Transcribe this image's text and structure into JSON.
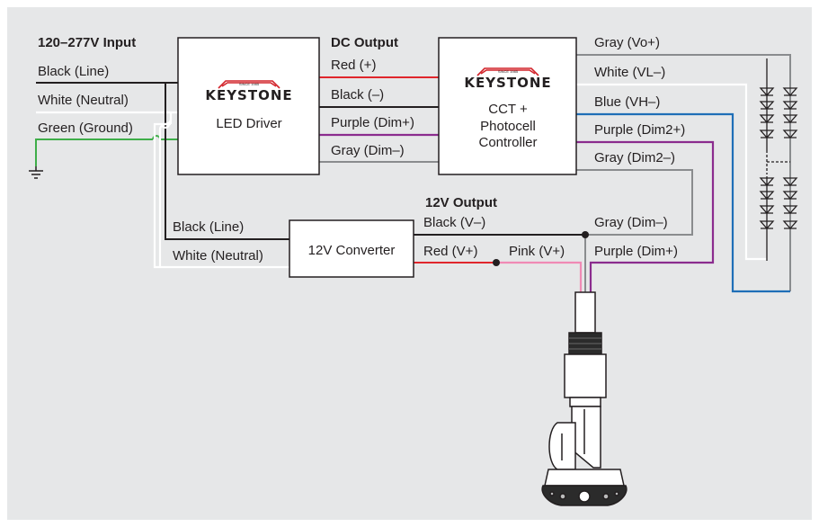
{
  "input": {
    "heading": "120–277V Input",
    "line": "Black (Line)",
    "neutral": "White (Neutral)",
    "ground": "Green (Ground)"
  },
  "driver": {
    "brand": "KEYSTONE",
    "since": "SINCE 1985",
    "name": "LED Driver"
  },
  "dc_output": {
    "heading": "DC Output",
    "pos": "Red (+)",
    "neg": "Black (–)",
    "dim_pos": "Purple (Dim+)",
    "dim_neg": "Gray (Dim–)"
  },
  "controller": {
    "brand": "KEYSTONE",
    "since": "SINCE 1985",
    "line1": "CCT +",
    "line2": "Photocell",
    "line3": "Controller"
  },
  "controller_output": {
    "vo": "Gray (Vo+)",
    "vl": "White (VL–)",
    "vh": "Blue (VH–)",
    "dim2_pos": "Purple (Dim2+)",
    "dim2_neg": "Gray (Dim2–)"
  },
  "converter": {
    "name": "12V Converter",
    "line": "Black (Line)",
    "neutral": "White (Neutral)"
  },
  "v12_output": {
    "heading": "12V Output",
    "vneg": "Black (V–)",
    "vpos": "Red (V+)",
    "pink": "Pink (V+)",
    "gray_dim": "Gray (Dim–)",
    "purple_dim": "Purple (Dim+)"
  },
  "colors": {
    "black": "#231f20",
    "white": "#ffffff",
    "green": "#3fae49",
    "red": "#e0262c",
    "purple": "#8b2c8e",
    "gray": "#8a8c8e",
    "blue": "#1f6fb7",
    "pink": "#f08ab5",
    "background": "#e6e7e8"
  }
}
